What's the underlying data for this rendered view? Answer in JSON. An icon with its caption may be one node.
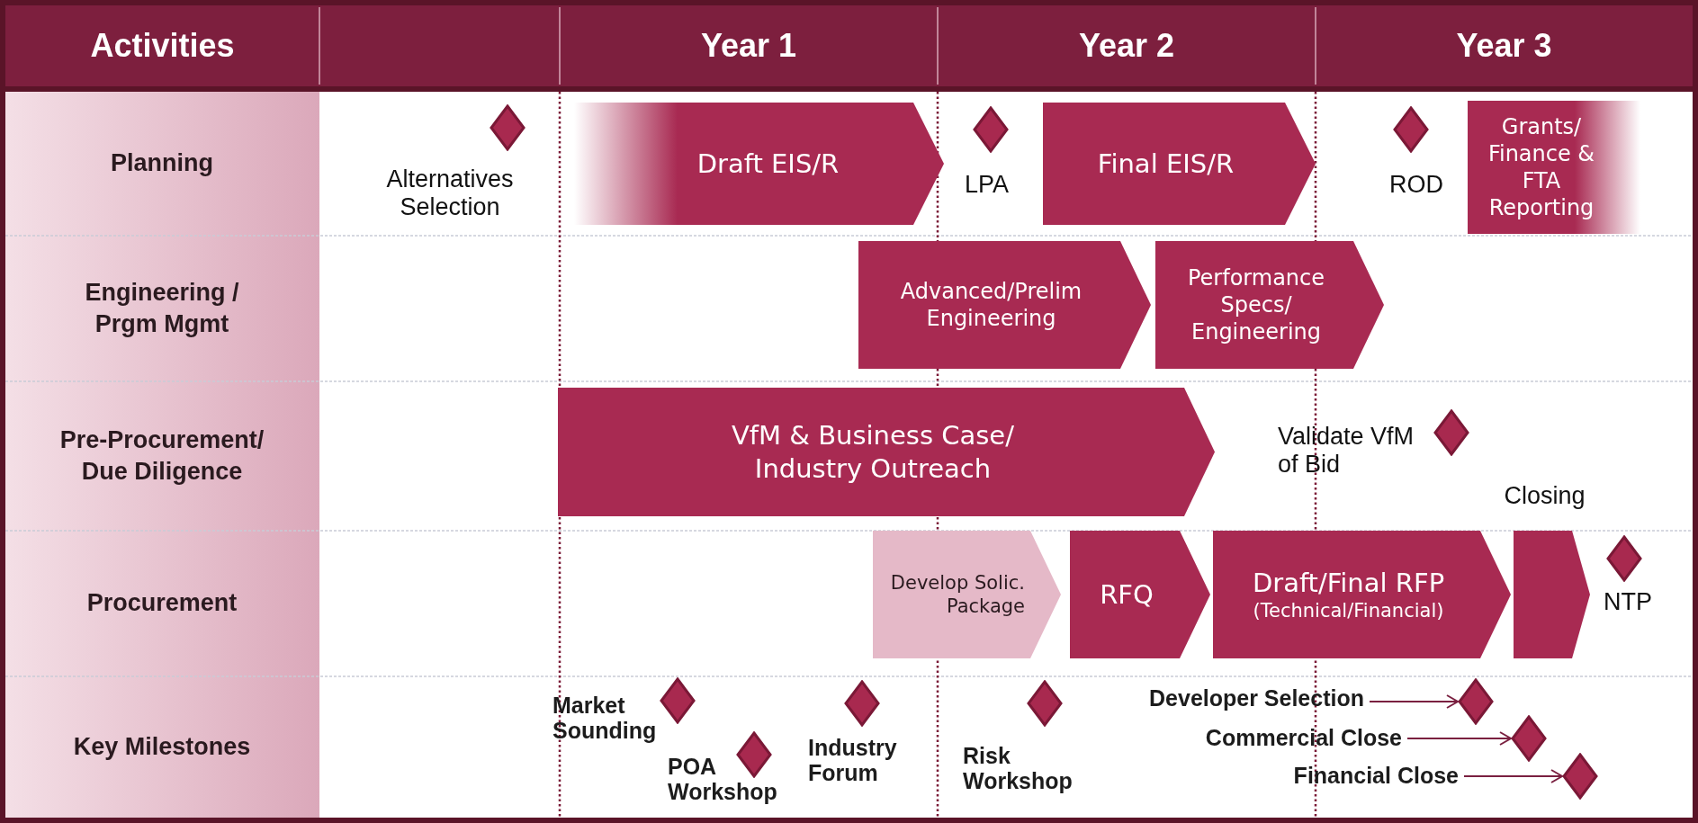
{
  "diagram": {
    "nodes": [
      {
        "text": [],
        "shape": "diamond",
        "beside": [
          "Alternatives Selection"
        ]
      },
      {
        "text": [
          "Draft EIS/R"
        ]
      },
      {
        "text": [],
        "shape": "diamond",
        "beside": [
          "LPA"
        ]
      },
      {
        "text": [
          "Final EIS/R"
        ]
      },
      {
        "text": [],
        "shape": "diamond",
        "beside": [
          "ROD"
        ]
      },
      {
        "text": [
          "Grants/ Finance & FTA Reporting"
        ]
      },
      {
        "text": [
          "Advanced/Prelim Engineering"
        ]
      },
      {
        "text": [
          "Performance Specs/ Engineering"
        ]
      },
      {
        "text": [
          "VfM & Business Case/ Industry Outreach"
        ]
      },
      {
        "text": [],
        "shape": "diamond",
        "beside": [
          "Validate VfM of Bid"
        ]
      },
      {
        "text": [
          "Develop Solic. Package"
        ]
      },
      {
        "text": [
          "RFQ"
        ]
      },
      {
        "text": [
          "Draft/Final RFP",
          "(Technical/Financial)"
        ]
      },
      {
        "text": [
          "Closing"
        ]
      },
      {
        "text": [],
        "shape": "diamond",
        "beside": [
          "NTP"
        ]
      },
      {
        "text": [],
        "shape": "diamond",
        "beside": [
          "Market Sounding"
        ]
      },
      {
        "text": [],
        "shape": "diamond",
        "beside": [
          "POA Workshop"
        ]
      },
      {
        "text": [],
        "shape": "diamond",
        "beside": [
          "Industry Forum"
        ]
      },
      {
        "text": [],
        "shape": "diamond",
        "beside": [
          "Risk Workshop"
        ]
      },
      {
        "text": [
          "Developer Selection"
        ]
      },
      {
        "text": [],
        "shape": "diamond"
      },
      {
        "text": [
          "Commercial Close"
        ]
      },
      {
        "text": [],
        "shape": "diamond"
      },
      {
        "text": [
          "Financial Close"
        ]
      },
      {
        "text": [],
        "shape": "diamond"
      }
    ],
    "edges": [
      {
        "from": 19,
        "to": 20,
        "arrow": "to"
      },
      {
        "from": 21,
        "to": 22,
        "arrow": "to"
      },
      {
        "from": 23,
        "to": 24,
        "arrow": "to"
      }
    ],
    "labels": [
      "Activities",
      "Year 1",
      "Year 2",
      "Year 3",
      "Planning",
      "Engineering / Prgm Mgmt",
      "Pre-Procurement/ Due Diligence",
      "Procurement",
      "Key Milestones"
    ]
  }
}
